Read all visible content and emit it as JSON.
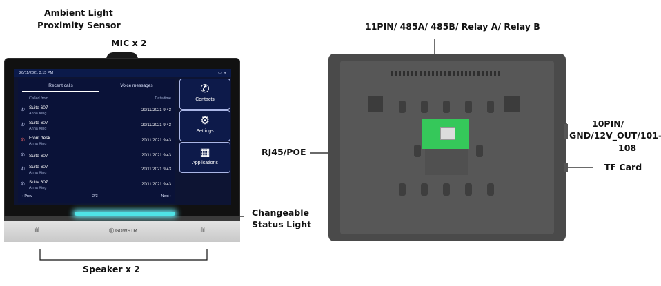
{
  "labels": {
    "ambient_light": "Ambient Light",
    "proximity_sensor": "Proximity Sensor",
    "mic": "MIC x 2",
    "status_light_line1": "Changeable",
    "status_light_line2": "Status Light",
    "speaker": "Speaker x 2",
    "pin11": "11PIN/ 485A/ 485B/ Relay A/ Relay B",
    "pin10_line1": "10PIN/",
    "pin10_line2": "GND/12V_OUT/101-",
    "pin10_line3": "108",
    "rj45": "RJ45/POE",
    "tf_card": "TF Card"
  },
  "screen": {
    "status_time": "20/11/2021  3:15 PM",
    "status_icons": "▭ ᯤ",
    "tabs": [
      "Recent calls",
      "Voice messages"
    ],
    "col_called_from": "Called from",
    "col_datetime": "Date/time",
    "calls": [
      {
        "name": "Suite 607",
        "sub": "Anna King",
        "datetime": "20/11/2021 9:43",
        "icon": "phone-icon",
        "glyph": "✆"
      },
      {
        "name": "Suite 607",
        "sub": "Anna King",
        "datetime": "20/11/2021 9:43",
        "icon": "phone-icon",
        "glyph": "✆"
      },
      {
        "name": "Front desk",
        "sub": "Anna King",
        "datetime": "20/11/2021 9:43",
        "icon": "missed-call-icon",
        "glyph": "✆"
      },
      {
        "name": "Suite 607",
        "sub": "",
        "datetime": "20/11/2021 9:43",
        "icon": "phone-icon",
        "glyph": "✆"
      },
      {
        "name": "Suite 607",
        "sub": "Anna King",
        "datetime": "20/11/2021 9:43",
        "icon": "phone-icon",
        "glyph": "✆"
      },
      {
        "name": "Suite 607",
        "sub": "Anna King",
        "datetime": "20/11/2021 9:43",
        "icon": "phone-icon",
        "glyph": "✆"
      }
    ],
    "prev": "‹ Prev",
    "page": "2/3",
    "next": "Next ›",
    "buttons": [
      {
        "label": "Contacts",
        "icon": "phone-dots-icon",
        "glyph": "✆"
      },
      {
        "label": "Settings",
        "icon": "gear-icon",
        "glyph": "⚙"
      },
      {
        "label": "Applications",
        "icon": "apps-grid-icon",
        "glyph": "▦"
      }
    ],
    "brand": "ⓖ GOWSTR"
  },
  "colors": {
    "status_light": "#4fe3e6",
    "pcb": "#35c85a",
    "screen_bg": "#0d1433"
  }
}
